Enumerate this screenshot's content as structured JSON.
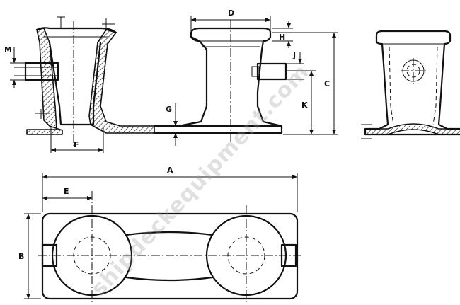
{
  "drawing": {
    "watermark": "shipdeckequipment.com",
    "dimension_labels": {
      "A": "A",
      "B": "B",
      "C": "C",
      "D": "D",
      "E": "E",
      "F": "F",
      "G": "G",
      "H": "H",
      "J": "J",
      "K": "K",
      "M": "M"
    }
  }
}
